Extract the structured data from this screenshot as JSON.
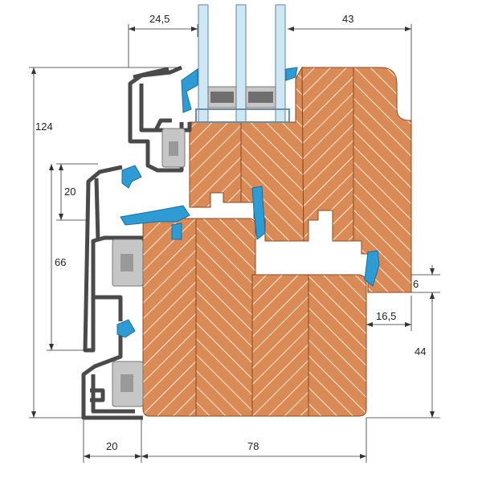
{
  "dimensions": {
    "glass_rebate_width": "24,5",
    "glass_to_edge": "43",
    "total_height": "124",
    "sash_overlap": "20",
    "sash_height": "66",
    "drip_offset": "6",
    "drip_depth": "16,5",
    "frame_height": "44",
    "cladding_depth": "20",
    "frame_depth": "78"
  },
  "colors": {
    "wood": "#d98a55",
    "wood_grain": "#f4e3d2",
    "aluminium": "#4a4a4a",
    "aluminium_fill": "#ffffff",
    "gasket": "#2f9bd4",
    "spacer": "#c6c6c6",
    "glass": "#cfe6f4",
    "desiccant": "#777777",
    "dimension_line": "#333333"
  }
}
